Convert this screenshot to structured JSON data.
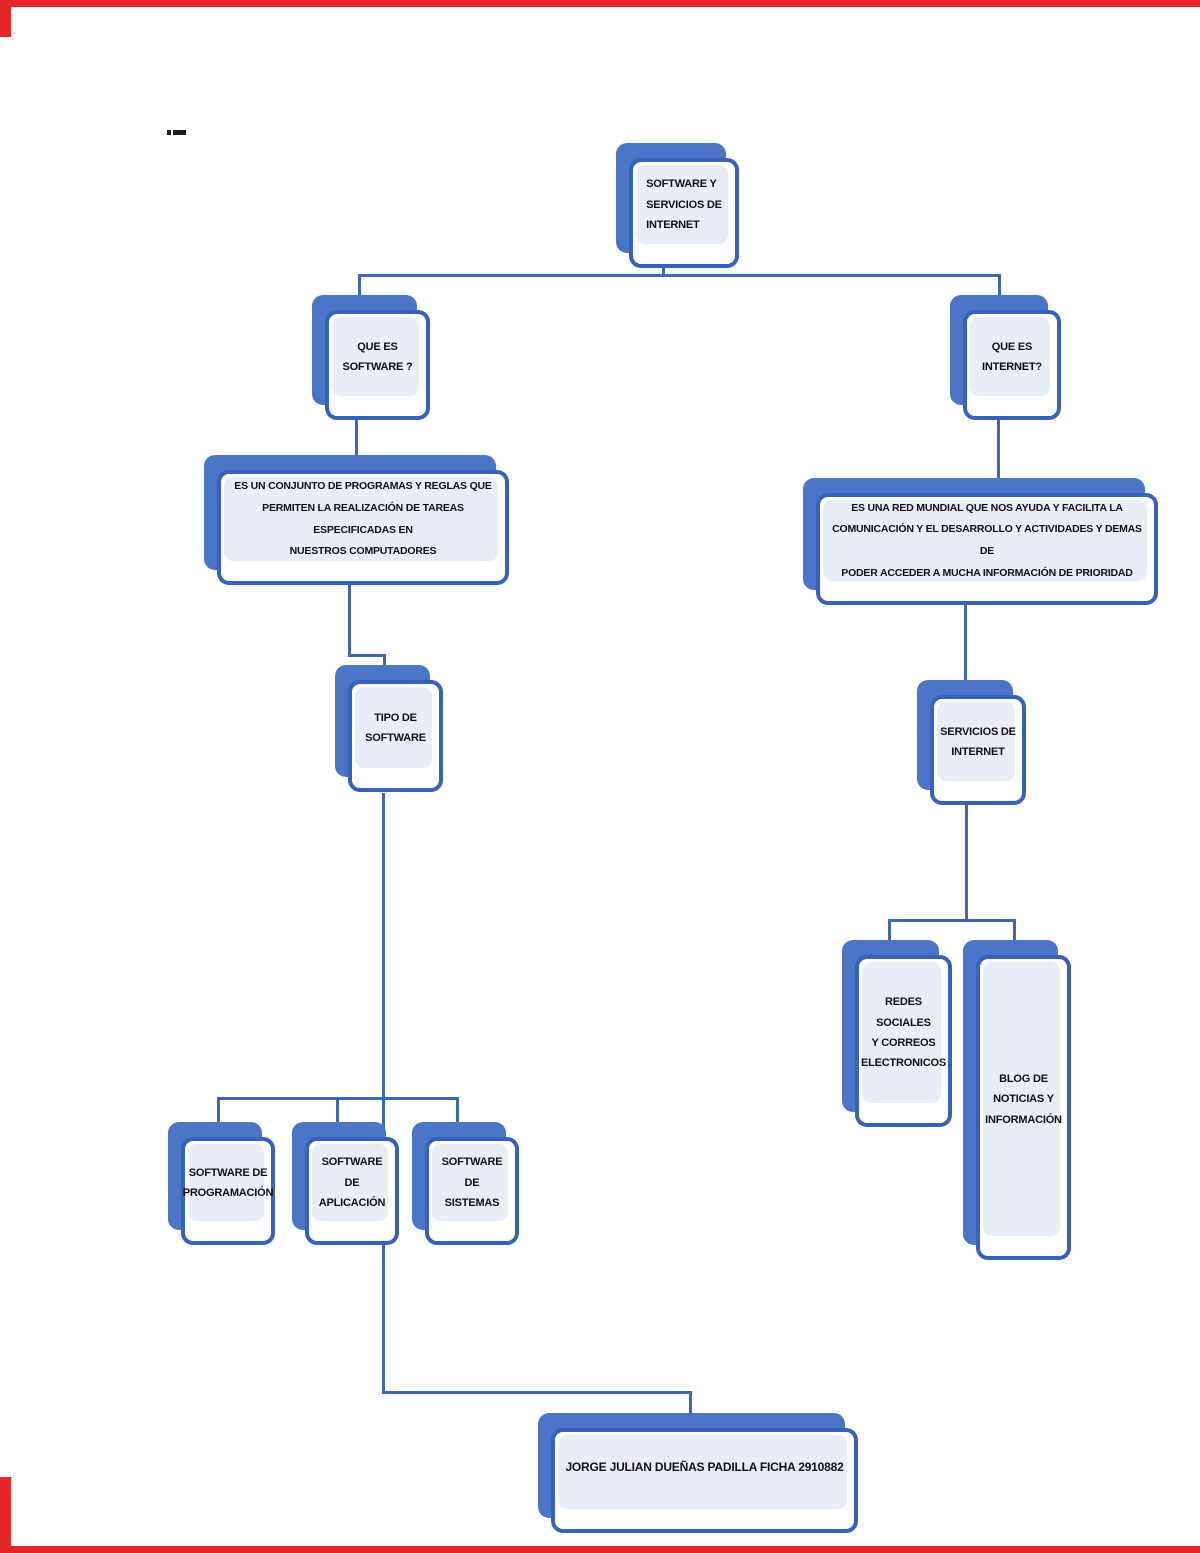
{
  "diagram_title": "SOFTWARE Y SERVICIOS DE INTERNET",
  "colors": {
    "node_shadow_blue": "#4b76c8",
    "node_border_blue": "#3661bd",
    "node_fill_light": "#e9edf6",
    "connector_blue": "#3e66b2",
    "page_edge_red": "#e8262a",
    "text_black": "#111111"
  },
  "nodes": {
    "root": {
      "label": "SOFTWARE Y\nSERVICIOS DE\nINTERNET"
    },
    "que_es_software": {
      "label": "QUE ES\nSOFTWARE ?"
    },
    "software_def": {
      "label": "ES UN CONJUNTO DE PROGRAMAS Y REGLAS QUE\nPERMITEN LA REALIZACIÓN DE TAREAS ESPECIFICADAS EN\nNUESTROS COMPUTADORES"
    },
    "tipo_software": {
      "label": "TIPO DE\nSOFTWARE"
    },
    "software_programacion": {
      "label": "SOFTWARE DE\nPROGRAMACIÓN"
    },
    "software_aplicacion": {
      "label": "SOFTWARE DE\nAPLICACIÓN"
    },
    "software_sistemas": {
      "label": "SOFTWARE DE\nSISTEMAS"
    },
    "que_es_internet": {
      "label": "QUE ES\nINTERNET?"
    },
    "internet_def": {
      "label": "ES UNA RED MUNDIAL QUE NOS AYUDA Y FACILITA LA\nCOMUNICACIÓN Y EL DESARROLLO Y ACTIVIDADES Y DEMAS DE\nPODER ACCEDER A MUCHA INFORMACIÓN DE PRIORIDAD"
    },
    "servicios_internet": {
      "label": "SERVICIOS DE\nINTERNET"
    },
    "redes_sociales": {
      "label": "REDES SOCIALES\nY CORREOS\nELECTRONICOS"
    },
    "blog_noticias": {
      "label": "BLOG DE\nNOTICIAS Y\nINFORMACIÓN"
    },
    "author": {
      "label": "JORGE JULIAN DUEÑAS PADILLA FICHA 2910882"
    }
  }
}
